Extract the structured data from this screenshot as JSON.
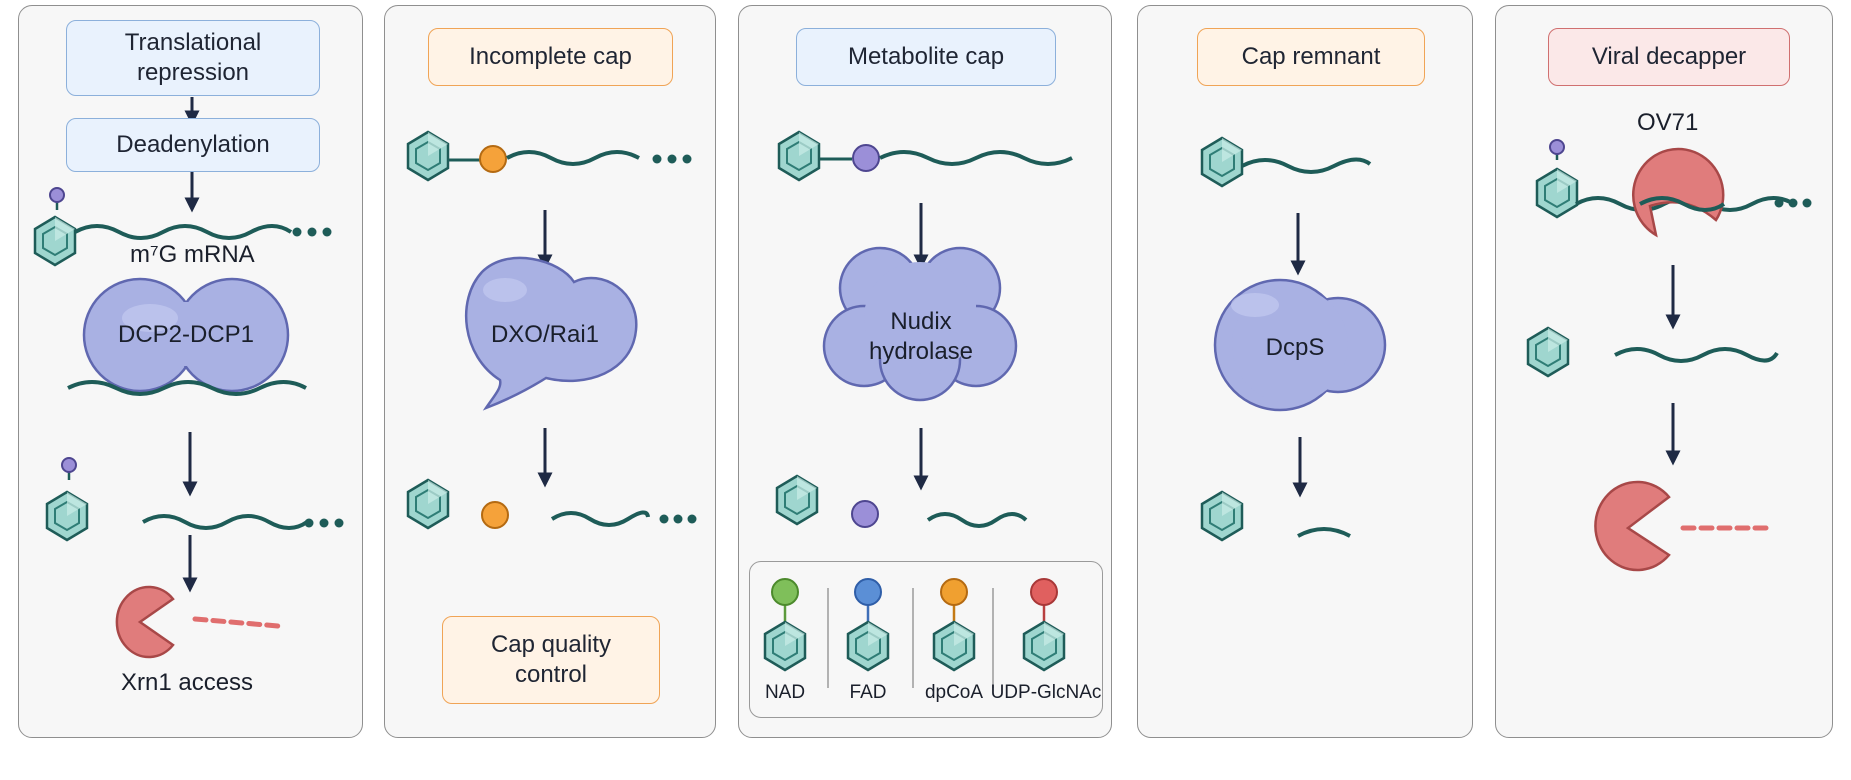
{
  "panels": [
    {
      "title_lines": [
        "Translational",
        "repression"
      ],
      "step_label": "Deadenylation",
      "substrate_label": "m⁷G mRNA",
      "enzyme_label": "DCP2-DCP1",
      "outcome_label": "Xrn1 access"
    },
    {
      "title": "Incomplete cap",
      "enzyme_label": "DXO/Rai1",
      "footer_lines": [
        "Cap quality",
        "control"
      ]
    },
    {
      "title": "Metabolite cap",
      "enzyme_lines": [
        "Nudix",
        "hydrolase"
      ],
      "legend": [
        {
          "label": "NAD",
          "color": "#7fbf5a"
        },
        {
          "label": "FAD",
          "color": "#5b8fd6"
        },
        {
          "label": "dpCoA",
          "color": "#f0a030"
        },
        {
          "label": "UDP-GlcNAc",
          "color": "#e0605f"
        }
      ]
    },
    {
      "title": "Cap remnant",
      "enzyme_label": "DcpS"
    },
    {
      "title": "Viral decapper",
      "enzyme_label": "OV71"
    }
  ]
}
